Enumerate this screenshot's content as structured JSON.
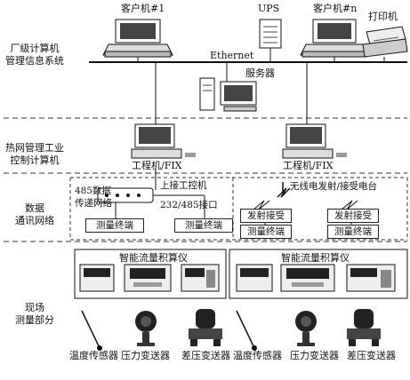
{
  "sections": {
    "mgmt": [
      "厂级计算机",
      "管理信息系统"
    ],
    "control": [
      "热网管理工业",
      "控制计算机"
    ],
    "comm": [
      "数据",
      "通讯网络"
    ],
    "field": [
      "现场",
      "测量部分"
    ]
  },
  "top": {
    "client1": "客户机#1",
    "ups": "UPS",
    "clientn": "客户机#n",
    "printer": "打印机",
    "ethernet": "Ethernet",
    "server": "服务器"
  },
  "workstations": {
    "left": "工程机/FIX",
    "right": "工程机/FIX"
  },
  "comm_left": {
    "network": [
      "485数据",
      "传递网络"
    ],
    "upper": "上接工控机",
    "port": "232/485接口",
    "term1": "测量终端",
    "term2": "测量终端"
  },
  "comm_right": {
    "radio": "无线电发射/接受电台",
    "tx1": "发射接受",
    "tx2": "发射接受",
    "term1": "测量终端",
    "term2": "测量终端"
  },
  "instruments": {
    "left_title": "智能流量积算仪",
    "right_title": "智能流量积算仪"
  },
  "sensors": {
    "left": [
      "温度传感器",
      "压力变送器",
      "差压变送器"
    ],
    "right": [
      "温度传感器",
      "压力变送器",
      "差压变送器"
    ]
  }
}
